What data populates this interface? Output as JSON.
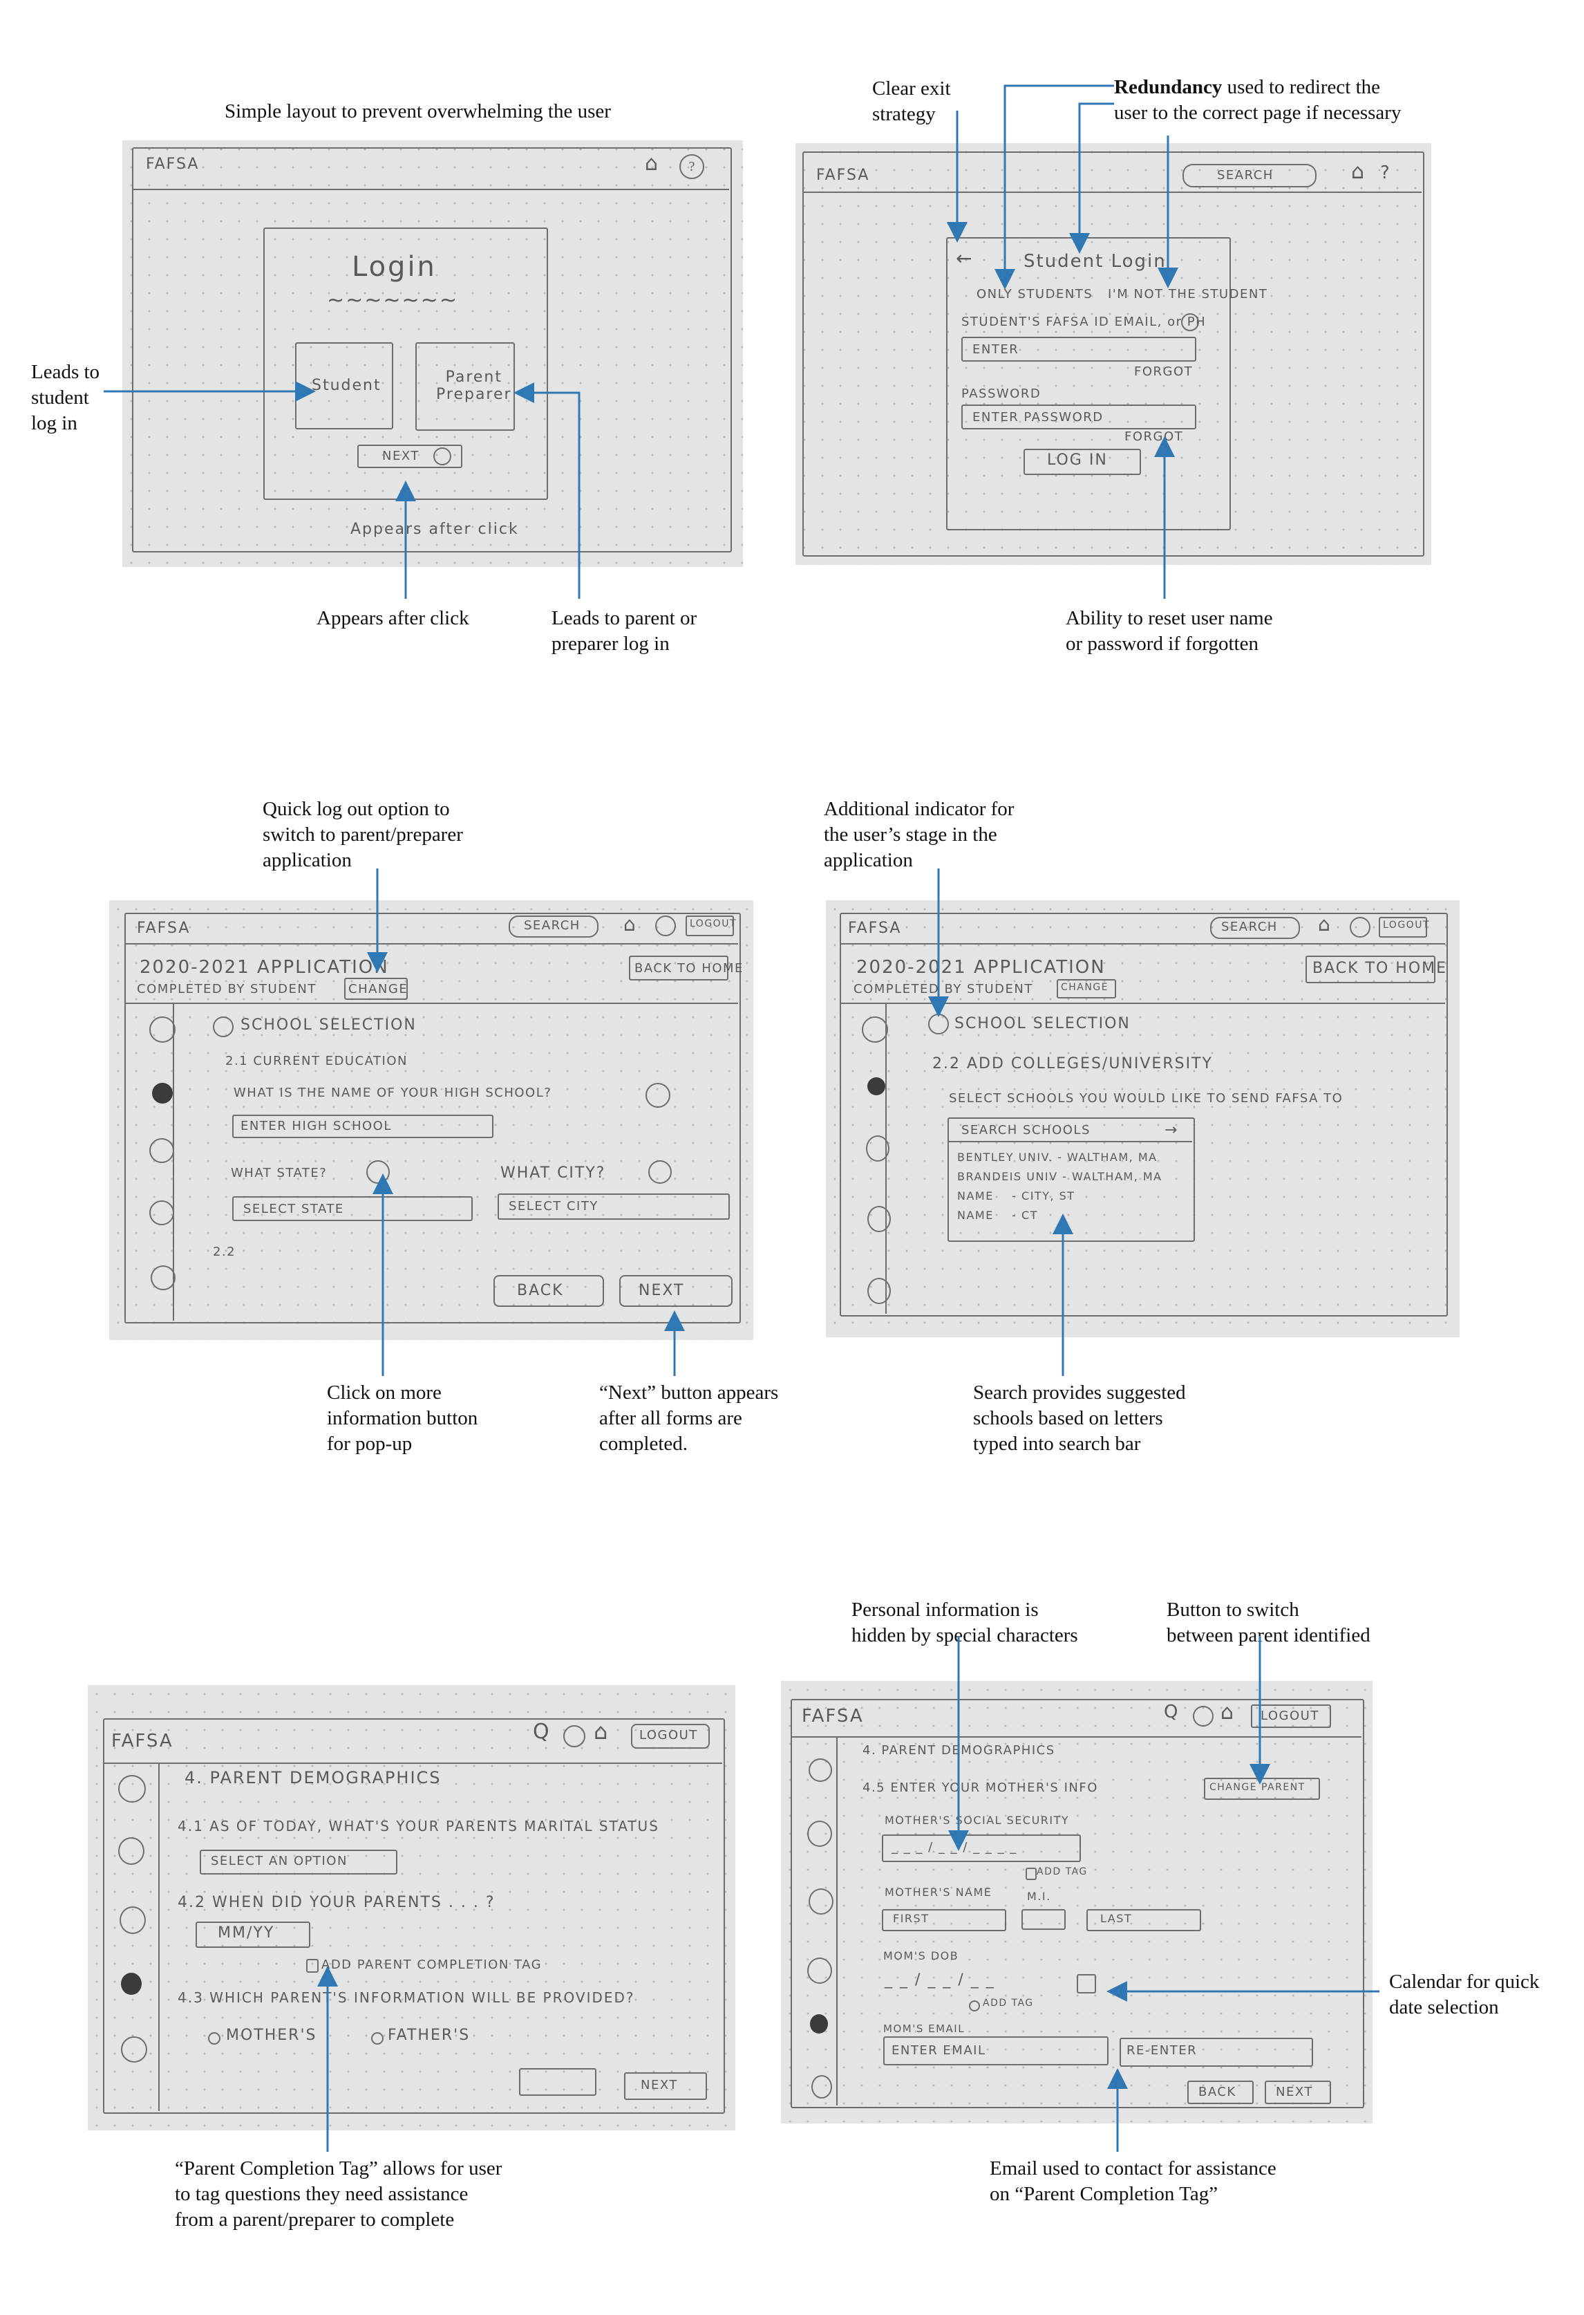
{
  "colors": {
    "annotation_line": "#2f78b3",
    "pencil": "#6d6d6d",
    "paper": "#e4e4e4"
  },
  "captions": {
    "simple_layout": "Simple layout to prevent overwhelming the user",
    "clear_exit": "Clear exit\nstrategy",
    "redundancy_bold": "Redundancy",
    "redundancy_rest": " used to redirect the\nuser to the correct page if necessary",
    "leads_student": "Leads to\nstudent\nlog in",
    "appears_after_click": "Appears after click",
    "leads_parent": "Leads to parent or\npreparer log in",
    "reset": "Ability to reset user name\nor password if forgotten",
    "quick_logout": "Quick log out option to\nswitch to parent/preparer\napplication",
    "additional_indicator": "Additional indicator for\nthe user’s stage in the\napplication",
    "info_button": "Click on more\ninformation button\nfor pop-up",
    "next_button": "“Next” button appears\nafter all forms are\ncompleted.",
    "search_suggest": "Search provides suggested\nschools based on letters\ntyped into search bar",
    "personal_hidden": "Personal information is\nhidden by special characters",
    "switch_parent": "Button to switch\nbetween parent identified",
    "calendar": "Calendar for quick\ndate selection",
    "completion_tag": "“Parent Completion Tag” allows for user\nto tag questions they need assistance\nfrom a parent/preparer to complete",
    "email_contact": "Email used to contact for assistance\non “Parent Completion Tag”"
  },
  "sketch1": {
    "brand": "FAFSA",
    "title": "Login",
    "student": "Student",
    "parent": "Parent\nPreparer",
    "next": "NEXT",
    "note": "Appears after click"
  },
  "sketch2": {
    "brand": "FAFSA",
    "search": "SEARCH",
    "title": "Student Login",
    "only_students": "ONLY STUDENTS",
    "not_student": "I'M NOT THE STUDENT",
    "id_label": "STUDENT'S FAFSA ID EMAIL, or PH",
    "enter": "ENTER",
    "forgot": "FORGOT",
    "password": "PASSWORD",
    "enter_password": "ENTER PASSWORD",
    "login": "LOG IN"
  },
  "sketch3": {
    "brand": "FAFSA",
    "search": "SEARCH",
    "logout": "LOGOUT",
    "app_title": "2020-2021 APPLICATION",
    "completed_by": "COMPLETED BY STUDENT",
    "change": "CHANGE",
    "back_home": "BACK TO HOME",
    "section": "SCHOOL SELECTION",
    "sub": "2.1  CURRENT EDUCATION",
    "q1": "WHAT IS THE NAME OF YOUR HIGH SCHOOL?",
    "enter_hs": "ENTER HIGH SCHOOL",
    "state_q": "WHAT STATE?",
    "city_q": "WHAT CITY?",
    "select_state": "SELECT STATE",
    "select_city": "SELECT CITY",
    "next_sub": "2.2",
    "back": "BACK",
    "next": "NEXT"
  },
  "sketch4": {
    "brand": "FAFSA",
    "search": "SEARCH",
    "logout": "LOGOUT",
    "app_title": "2020-2021 APPLICATION",
    "completed_by": "COMPLETED BY STUDENT",
    "change": "CHANGE",
    "back_home": "BACK TO HOME",
    "section": "SCHOOL SELECTION",
    "sub": "2.2  ADD COLLEGES/UNIVERSITY",
    "prompt": "SELECT SCHOOLS YOU WOULD LIKE TO SEND FAFSA TO",
    "search_schools": "SEARCH SCHOOLS",
    "results": [
      "BENTLEY UNIV. - WALTHAM, MA",
      "BRANDEIS UNIV - WALTHAM, MA",
      "NAME    - CITY, ST",
      "NAME    - CT"
    ]
  },
  "sketch5": {
    "brand": "FAFSA",
    "logout": "LOGOUT",
    "section": "4. PARENT DEMOGRAPHICS",
    "q41": "4.1 AS OF TODAY, WHAT'S YOUR PARENTS MARITAL STATUS",
    "select_option": "SELECT AN OPTION",
    "q42": "4.2 WHEN DID YOUR PARENTS . . . ?",
    "date": "MM/YY",
    "add_tag": "ADD PARENT COMPLETION TAG",
    "q43": "4.3 WHICH PARENT'S INFORMATION WILL BE PROVIDED?",
    "mother": "MOTHER'S",
    "father": "FATHER'S",
    "next": "NEXT"
  },
  "sketch6": {
    "brand": "FAFSA",
    "logout": "LOGOUT",
    "section": "4. PARENT DEMOGRAPHICS",
    "sub": "4.5  ENTER YOUR MOTHER'S INFO",
    "change_parent": "CHANGE PARENT",
    "ssn_label": "MOTHER'S SOCIAL SECURITY",
    "ssn_mask": "_ _ _ / _ _ / _ _ _ _",
    "add_tag": "ADD TAG",
    "name_label": "MOTHER'S NAME",
    "mi": "M.I.",
    "first": "FIRST",
    "last": "LAST",
    "dob_label": "MOM'S DOB",
    "dob_mask": "_ _ / _ _ / _ _",
    "email_label": "MOM'S EMAIL",
    "enter_email": "ENTER EMAIL",
    "reenter": "RE-ENTER",
    "back": "BACK",
    "next": "NEXT"
  }
}
